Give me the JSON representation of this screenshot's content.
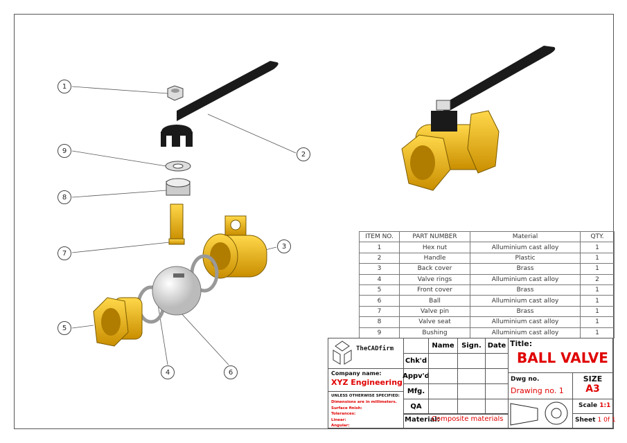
{
  "balloons": [
    {
      "n": "1",
      "part": "Hex nut"
    },
    {
      "n": "2",
      "part": "Handle"
    },
    {
      "n": "3",
      "part": "Back cover"
    },
    {
      "n": "4",
      "part": "Valve rings"
    },
    {
      "n": "5",
      "part": "Front cover"
    },
    {
      "n": "6",
      "part": "Ball"
    },
    {
      "n": "7",
      "part": "Valve pin"
    },
    {
      "n": "8",
      "part": "Valve seat"
    },
    {
      "n": "9",
      "part": "Bushing"
    }
  ],
  "bom": {
    "headers": [
      "ITEM NO.",
      "PART NUMBER",
      "Material",
      "QTY."
    ],
    "rows": [
      [
        "1",
        "Hex nut",
        "Alluminium cast alloy",
        "1"
      ],
      [
        "2",
        "Handle",
        "Plastic",
        "1"
      ],
      [
        "3",
        "Back cover",
        "Brass",
        "1"
      ],
      [
        "4",
        "Valve rings",
        "Alluminium cast alloy",
        "2"
      ],
      [
        "5",
        "Front cover",
        "Brass",
        "1"
      ],
      [
        "6",
        "Ball",
        "Alluminium cast alloy",
        "1"
      ],
      [
        "7",
        "Valve pin",
        "Brass",
        "1"
      ],
      [
        "8",
        "Valve seat",
        "Alluminium cast alloy",
        "1"
      ],
      [
        "9",
        "Bushing",
        "Alluminium cast alloy",
        "1"
      ]
    ]
  },
  "title_block": {
    "logo_name": "TheCADfirm",
    "col_headers": [
      "Name",
      "Sign.",
      "Date"
    ],
    "row_labels": [
      "Chk'd",
      "Appv'd",
      "Mfg.",
      "QA"
    ],
    "company_label": "Company name:",
    "company": "XYZ Engineering",
    "notes_header": "UNLESS OTHERWISE SPECIFIED:",
    "notes": [
      "Dimensions are in millimeters.",
      "Surface finish:",
      "Tolerances:",
      "Linear:",
      "Angular:"
    ],
    "material_label": "Material:",
    "material": "Composite materials",
    "title_label": "Title:",
    "title": "BALL VALVE",
    "dwg_label": "Dwg no.",
    "dwg": "Drawing no. 1",
    "size_label": "SIZE",
    "size": "A3",
    "scale_label": "Scale",
    "scale": "1:1",
    "sheet_label": "Sheet",
    "sheet": "1 0f 1"
  },
  "colors": {
    "brass": "#f2b90f",
    "handle": "#1a1a1a",
    "accent_text": "#e00000"
  }
}
